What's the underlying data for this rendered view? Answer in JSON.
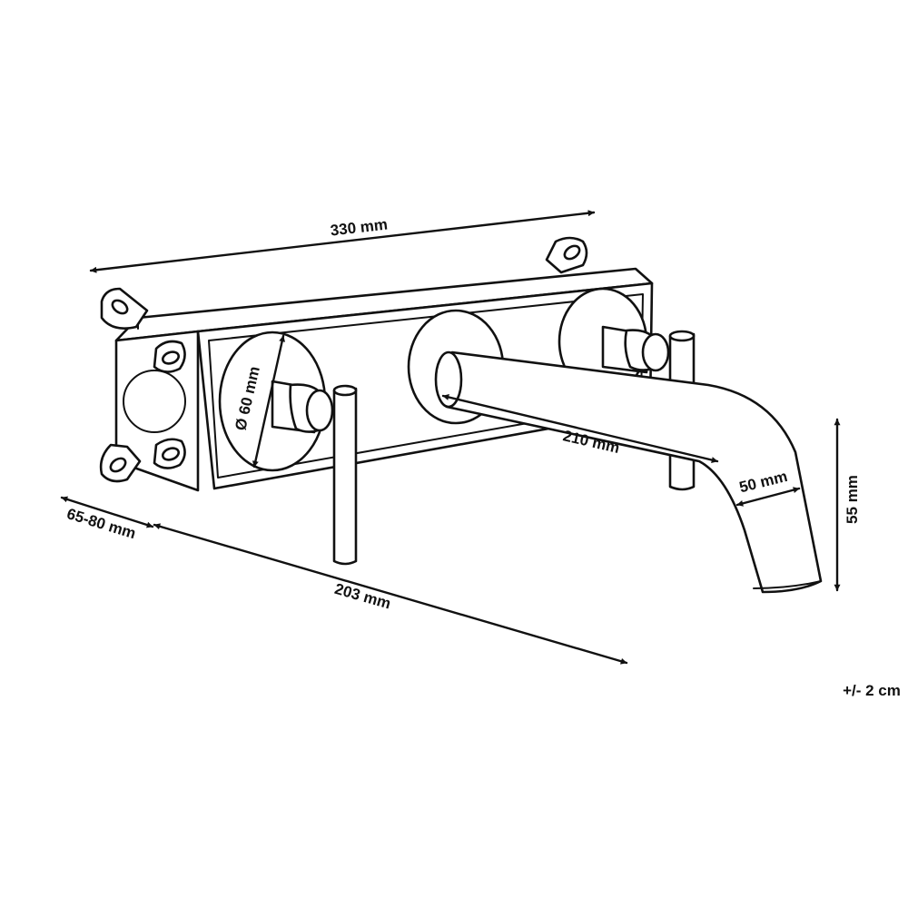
{
  "dimensions": {
    "width_label": "330 mm",
    "depth_label": "65-80 mm",
    "spout_reach_label": "203 mm",
    "spout_length_label": "210 mm",
    "handle_plate_label": "Ø 60 mm",
    "spout_diameter_label": "50 mm",
    "spout_height_label": "55 mm"
  },
  "tolerance_label": "+/- 2 cm",
  "colors": {
    "line": "#111111",
    "background": "#ffffff"
  }
}
